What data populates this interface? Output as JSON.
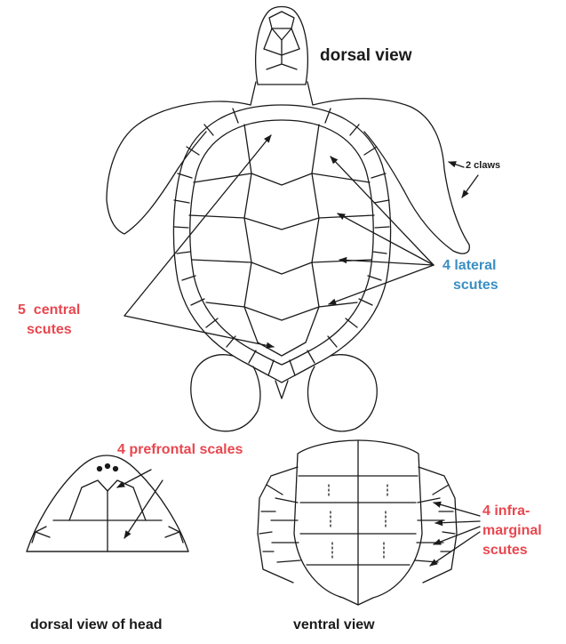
{
  "labels": {
    "dorsal_view": "dorsal view",
    "claws": "2 claws",
    "lateral_line1": "4 lateral",
    "lateral_line2": "scutes",
    "central_line1": "5  central",
    "central_line2": "scutes",
    "prefrontal": "4 prefrontal scales",
    "infra_line1": "4 infra-",
    "infra_line2": "marginal",
    "infra_line3": "scutes",
    "dorsal_head": "dorsal view of head",
    "ventral_view": "ventral view"
  },
  "colors": {
    "red_label": "#e8474f",
    "blue_label": "#3a8fc4",
    "line": "#1a1a1a"
  }
}
